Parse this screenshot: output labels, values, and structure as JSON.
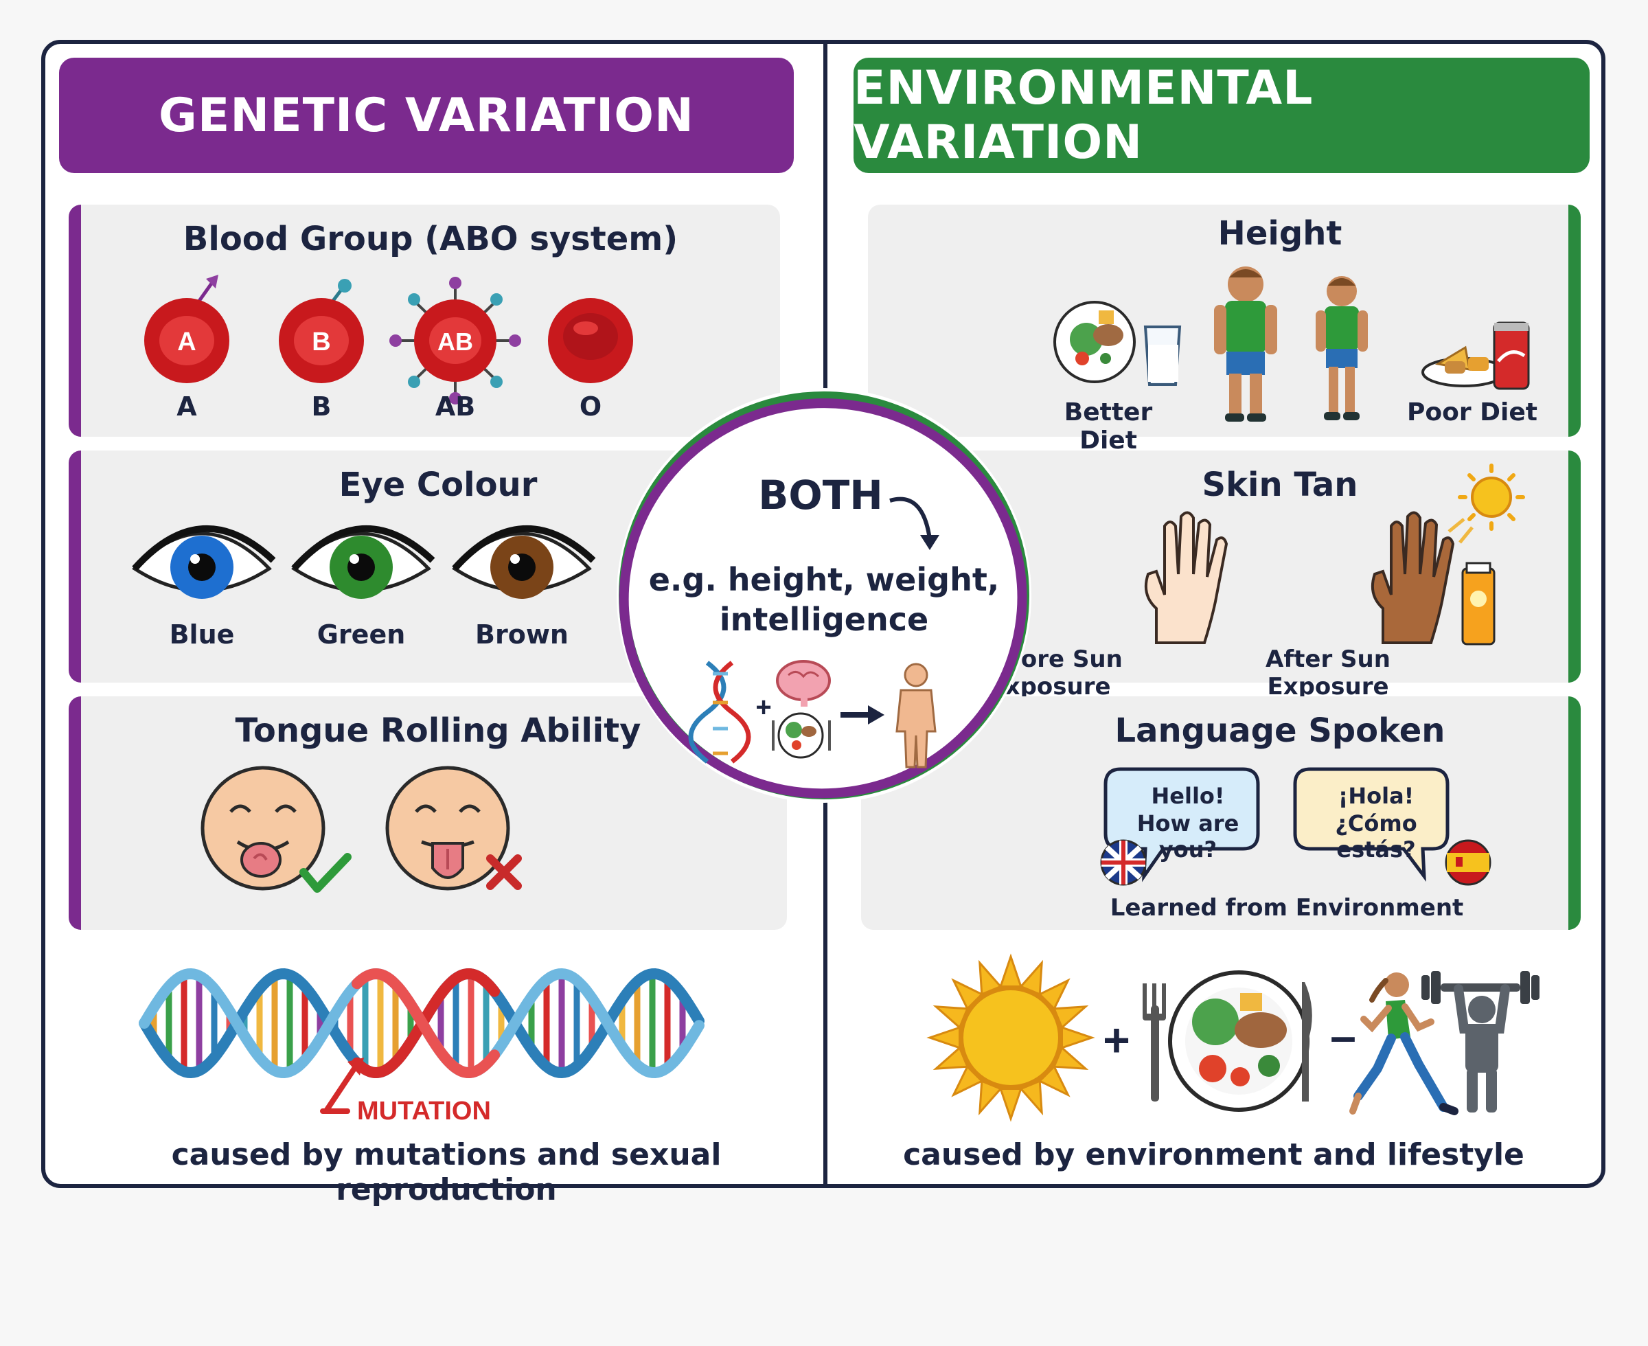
{
  "genetic": {
    "title": "GENETIC VARIATION",
    "blood": {
      "title": "Blood Group (ABO system)",
      "cells": [
        "A",
        "B",
        "AB"
      ],
      "labels": [
        "A",
        "B",
        "AB",
        "O"
      ]
    },
    "eye": {
      "title": "Eye Colour",
      "labels": [
        "Blue",
        "Green",
        "Brown"
      ]
    },
    "tongue": {
      "title": "Tongue Rolling Ability"
    },
    "mutation_label": "MUTATION",
    "footer": "caused by mutations and sexual reproduction"
  },
  "environmental": {
    "title": "ENVIRONMENTAL VARIATION",
    "height": {
      "title": "Height",
      "better": "Better Diet",
      "poor": "Poor Diet"
    },
    "skin": {
      "title": "Skin Tan",
      "before": "Before Sun Exposure",
      "after": "After Sun Exposure"
    },
    "language": {
      "title": "Language Spoken",
      "en_line1": "Hello!",
      "en_line2": "How are you?",
      "es_line1": "¡Hola!",
      "es_line2": "¿Cómo estás?",
      "caption": "Learned from Environment"
    },
    "plus": "+",
    "minus": "–",
    "footer": "caused by environment and lifestyle"
  },
  "both": {
    "title": "BOTH",
    "line1": "e.g. height, weight,",
    "line2": "intelligence",
    "plus": "+"
  },
  "colors": {
    "genetic": "#7b2a8e",
    "environmental": "#2a8a3e",
    "navy": "#1c2440",
    "red": "#d42a2a"
  }
}
